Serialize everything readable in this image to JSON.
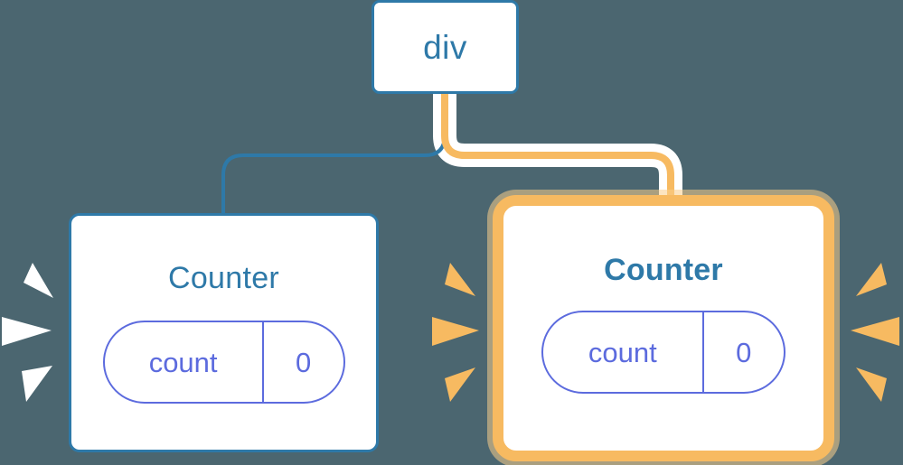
{
  "diagram": {
    "background_color": "#4B6670",
    "title": "Component re-render propagation diagram",
    "nodes": [
      {
        "id": "div",
        "label": "div",
        "type": "element-node",
        "border_color": "#2E79A8",
        "highlighted": false
      },
      {
        "id": "counter-left",
        "label": "Counter",
        "type": "component-node",
        "border_color": "#2E79A8",
        "highlighted": false,
        "state": {
          "key": "count",
          "value": "0"
        }
      },
      {
        "id": "counter-right",
        "label": "Counter",
        "type": "component-node",
        "border_color": "#F7BA61",
        "highlighted": true,
        "state": {
          "key": "count",
          "value": "0"
        }
      }
    ],
    "edges": [
      {
        "id": "div-to-counter-left",
        "from": "div",
        "to": "counter-left",
        "color": "#2E79A8",
        "highlighted": false
      },
      {
        "id": "div-to-counter-right",
        "from": "div",
        "to": "counter-right",
        "color": "#F7BA61",
        "highlighted": true
      }
    ],
    "sparks": [
      {
        "id": "sparks-left-outer",
        "color": "#FFFFFF",
        "direction": "right"
      },
      {
        "id": "sparks-middle",
        "color": "#F7BA61",
        "direction": "right"
      },
      {
        "id": "sparks-right-outer",
        "color": "#F7BA61",
        "direction": "left"
      }
    ],
    "colors": {
      "accent_blue": "#2E79A8",
      "accent_orange": "#F7BA61",
      "accent_orange_glow": "#FACD8C",
      "state_purple": "#5C6BDE",
      "node_fill": "#FFFFFF",
      "halo_white": "#FFFFFF"
    }
  }
}
